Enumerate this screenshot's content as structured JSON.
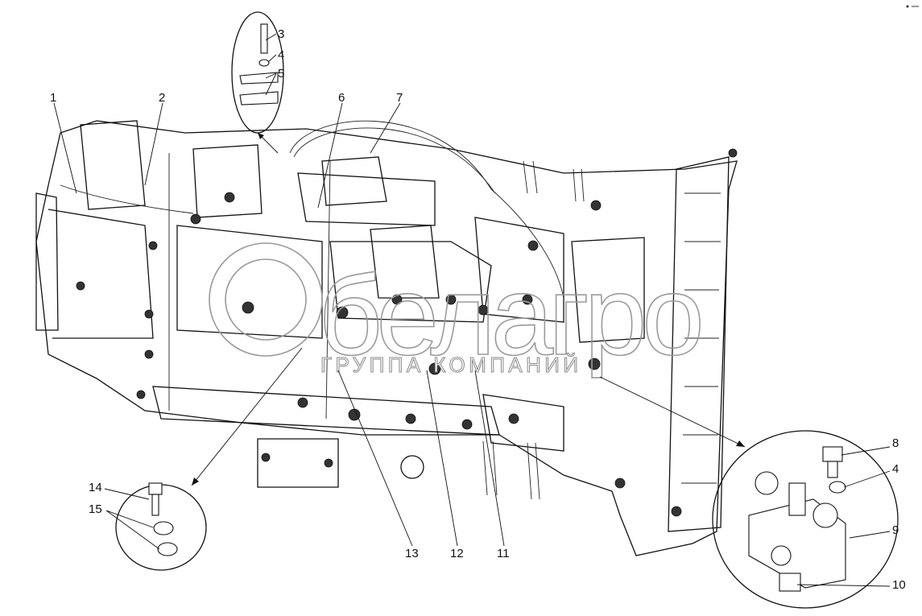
{
  "callouts": {
    "c1": "1",
    "c2": "2",
    "c3": "3",
    "c4a": "4",
    "c5": "5",
    "c6": "6",
    "c7": "7",
    "c8": "8",
    "c4b": "4",
    "c9": "9",
    "c10": "10",
    "c11": "11",
    "c12": "12",
    "c13": "13",
    "c14": "14",
    "c15": "15"
  },
  "watermark": {
    "brand": "белагро",
    "subtitle": "ГРУППА КОМПАНИЙ"
  }
}
